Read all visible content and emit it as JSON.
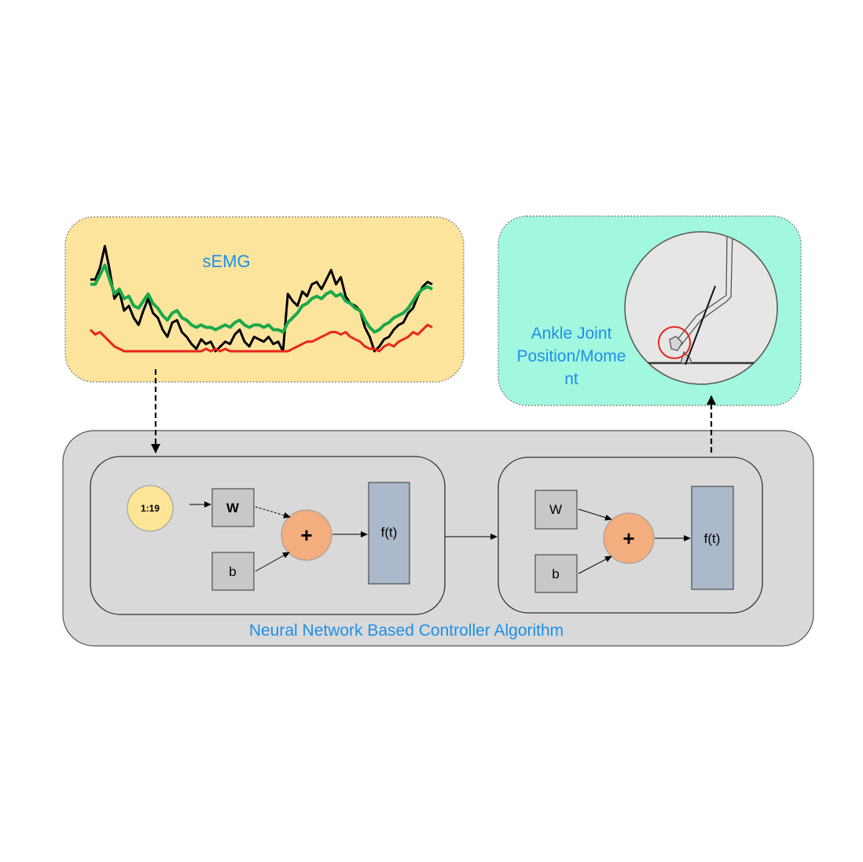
{
  "semg_panel": {
    "title": "sEMG",
    "signals": [
      {
        "color": "#000000",
        "values": [
          0.62,
          0.62,
          0.72,
          0.9,
          0.7,
          0.46,
          0.52,
          0.36,
          0.4,
          0.3,
          0.24,
          0.36,
          0.46,
          0.34,
          0.3,
          0.2,
          0.14,
          0.26,
          0.28,
          0.18,
          0.14,
          0.08,
          0.04,
          0.12,
          0.08,
          0.1,
          0.02,
          0.06,
          0.1,
          0.08,
          0.16,
          0.2,
          0.1,
          0.06,
          0.14,
          0.12,
          0.1,
          0.14,
          0.08,
          0.1,
          0.02,
          0.5,
          0.44,
          0.4,
          0.52,
          0.48,
          0.58,
          0.6,
          0.54,
          0.62,
          0.7,
          0.58,
          0.64,
          0.48,
          0.42,
          0.4,
          0.36,
          0.22,
          0.14,
          0.02,
          0.06,
          0.12,
          0.14,
          0.2,
          0.24,
          0.26,
          0.34,
          0.38,
          0.48,
          0.56,
          0.6,
          0.58
        ]
      },
      {
        "color": "#1aa84b",
        "values": [
          0.58,
          0.58,
          0.66,
          0.74,
          0.62,
          0.5,
          0.54,
          0.46,
          0.48,
          0.4,
          0.38,
          0.44,
          0.5,
          0.42,
          0.38,
          0.32,
          0.28,
          0.34,
          0.36,
          0.3,
          0.28,
          0.24,
          0.22,
          0.24,
          0.22,
          0.22,
          0.2,
          0.22,
          0.24,
          0.22,
          0.26,
          0.28,
          0.24,
          0.22,
          0.24,
          0.24,
          0.22,
          0.24,
          0.2,
          0.2,
          0.18,
          0.26,
          0.3,
          0.34,
          0.4,
          0.42,
          0.46,
          0.48,
          0.46,
          0.5,
          0.52,
          0.48,
          0.5,
          0.44,
          0.42,
          0.38,
          0.36,
          0.28,
          0.22,
          0.18,
          0.2,
          0.24,
          0.26,
          0.3,
          0.32,
          0.34,
          0.38,
          0.44,
          0.5,
          0.54,
          0.56,
          0.54
        ]
      },
      {
        "color": "#e8261b",
        "values": [
          0.2,
          0.16,
          0.18,
          0.14,
          0.1,
          0.06,
          0.04,
          0.02,
          0.02,
          0.02,
          0.02,
          0.02,
          0.02,
          0.02,
          0.02,
          0.02,
          0.02,
          0.02,
          0.02,
          0.02,
          0.02,
          0.02,
          0.02,
          0.02,
          0.04,
          0.02,
          0.04,
          0.02,
          0.04,
          0.02,
          0.02,
          0.02,
          0.02,
          0.02,
          0.02,
          0.02,
          0.02,
          0.02,
          0.02,
          0.02,
          0.02,
          0.02,
          0.04,
          0.06,
          0.08,
          0.1,
          0.1,
          0.12,
          0.14,
          0.16,
          0.18,
          0.18,
          0.16,
          0.18,
          0.14,
          0.12,
          0.1,
          0.06,
          0.04,
          0.04,
          0.02,
          0.06,
          0.08,
          0.06,
          0.1,
          0.12,
          0.14,
          0.18,
          0.16,
          0.2,
          0.24,
          0.22
        ]
      }
    ]
  },
  "output_panel": {
    "title_lines": [
      "Ankle Joint",
      "Position/Mome",
      "nt"
    ]
  },
  "controller": {
    "caption": "Neural Network Based Controller Algorithm",
    "layer1": {
      "input_label": "1:19",
      "weight_label": "W",
      "bias_label": "b",
      "sum_label": "+",
      "transfer_label": "f(t)"
    },
    "layer2": {
      "weight_label": "W",
      "bias_label": "b",
      "sum_label": "+",
      "transfer_label": "f(t)"
    }
  },
  "colors": {
    "semg_bg": "#fde49c",
    "output_bg": "#a2f7df",
    "controller_bg": "#d9d9d9",
    "title_blue": "#1e90e8",
    "input_circle": "#fde597",
    "sum_circle": "#f3ad7e",
    "transfer_box": "#acb9cb",
    "weight_box": "#c8c8c8"
  }
}
